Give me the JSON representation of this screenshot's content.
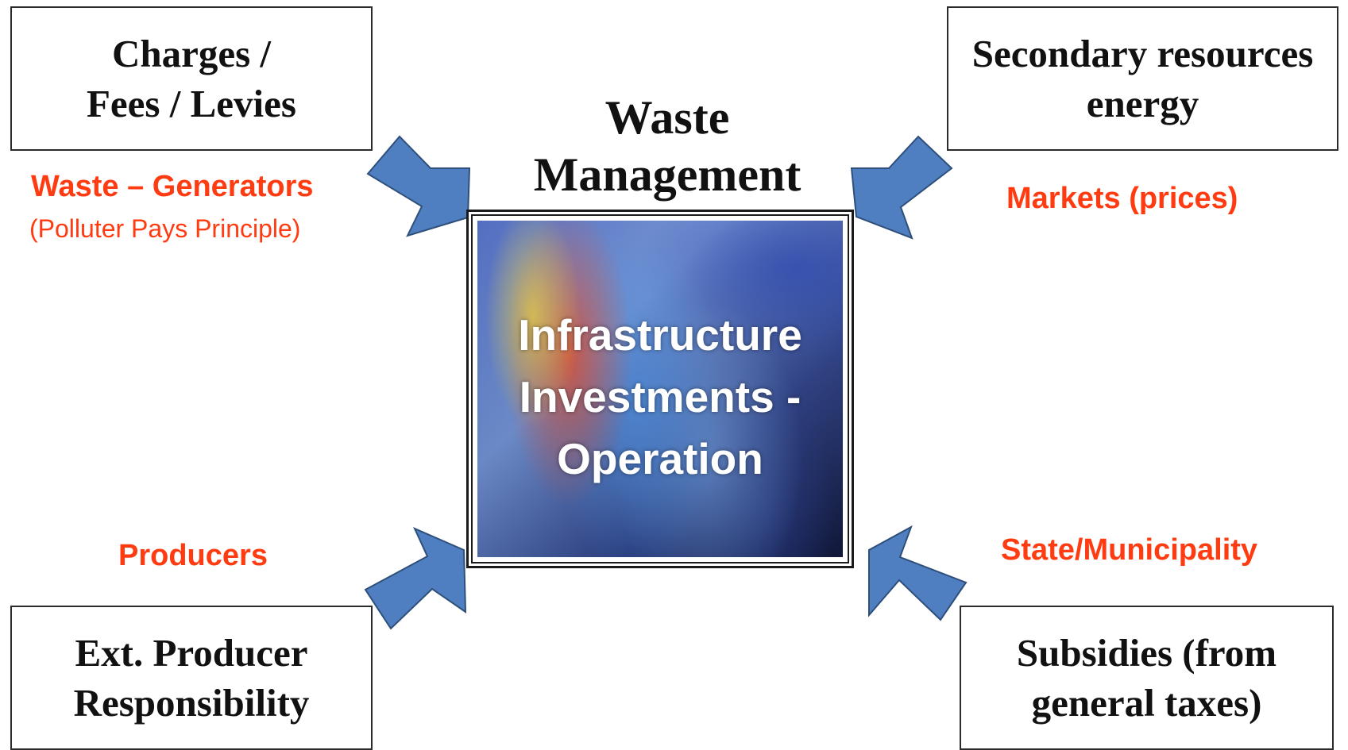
{
  "title": {
    "line1": "Waste",
    "line2": "Management"
  },
  "boxes": {
    "top_left": {
      "line1": "Charges /",
      "line2": "Fees / Levies"
    },
    "top_right": {
      "line1": "Secondary resources",
      "line2": "energy"
    },
    "bottom_left": {
      "line1": "Ext. Producer",
      "line2": "Responsibility"
    },
    "bottom_right": {
      "line1": "Subsidies (from",
      "line2": "general taxes)"
    }
  },
  "labels": {
    "top_left": "Waste – Generators",
    "top_left_sub": "(Polluter Pays Principle)",
    "top_right": "Markets (prices)",
    "bottom_left": "Producers",
    "bottom_right": "State/Municipality"
  },
  "center": {
    "line1": "Infrastructure",
    "line2": "Investments -",
    "line3": "Operation"
  },
  "colors": {
    "arrow_fill": "#4f7fc0",
    "arrow_stroke": "#2e4f7a",
    "label_red": "#ff3b12",
    "box_border": "#2b2b2b"
  }
}
